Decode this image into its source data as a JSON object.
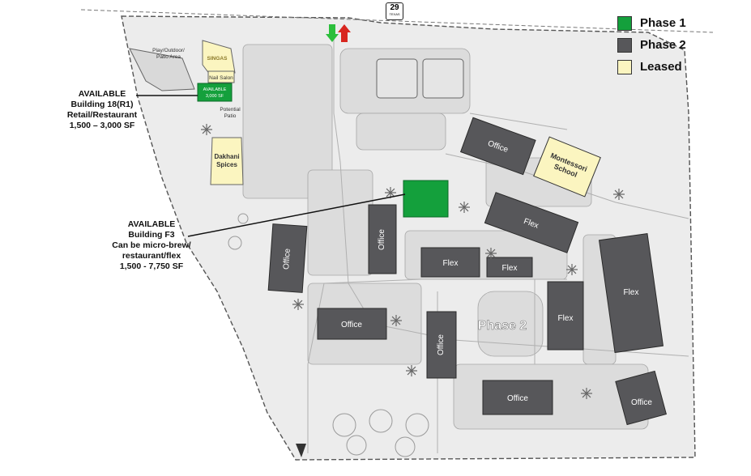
{
  "legend": {
    "phase1": {
      "label": "Phase 1",
      "color": "#14a03c"
    },
    "phase2": {
      "label": "Phase 2",
      "color": "#57575a"
    },
    "leased": {
      "label": "Leased",
      "color": "#fbf5c0"
    }
  },
  "highway": {
    "number": "29",
    "state": "TEXAS"
  },
  "callouts": {
    "building18": [
      "AVAILABLE",
      "Building 18(R1)",
      "Retail/Restaurant",
      "1,500 – 3,000 SF"
    ],
    "buildingF3": [
      "AVAILABLE",
      "Building F3",
      "Can be micro-brew/",
      "restaurant/flex",
      "1,500 - 7,750 SF"
    ]
  },
  "labels": {
    "play_area": "Play/Outdoor/\nPatio Area",
    "potential_patio": "Potential\nPatio",
    "singas": "SINGAS",
    "nail_salon": "Nail Salon",
    "available_small": "AVAILABLE",
    "available_sf": "3,000 SF",
    "dakhani": "Dakhani\nSpices",
    "montessori": "Montessori\nSchool",
    "phase2": "Phase 2",
    "office": "Office",
    "flex": "Flex"
  }
}
